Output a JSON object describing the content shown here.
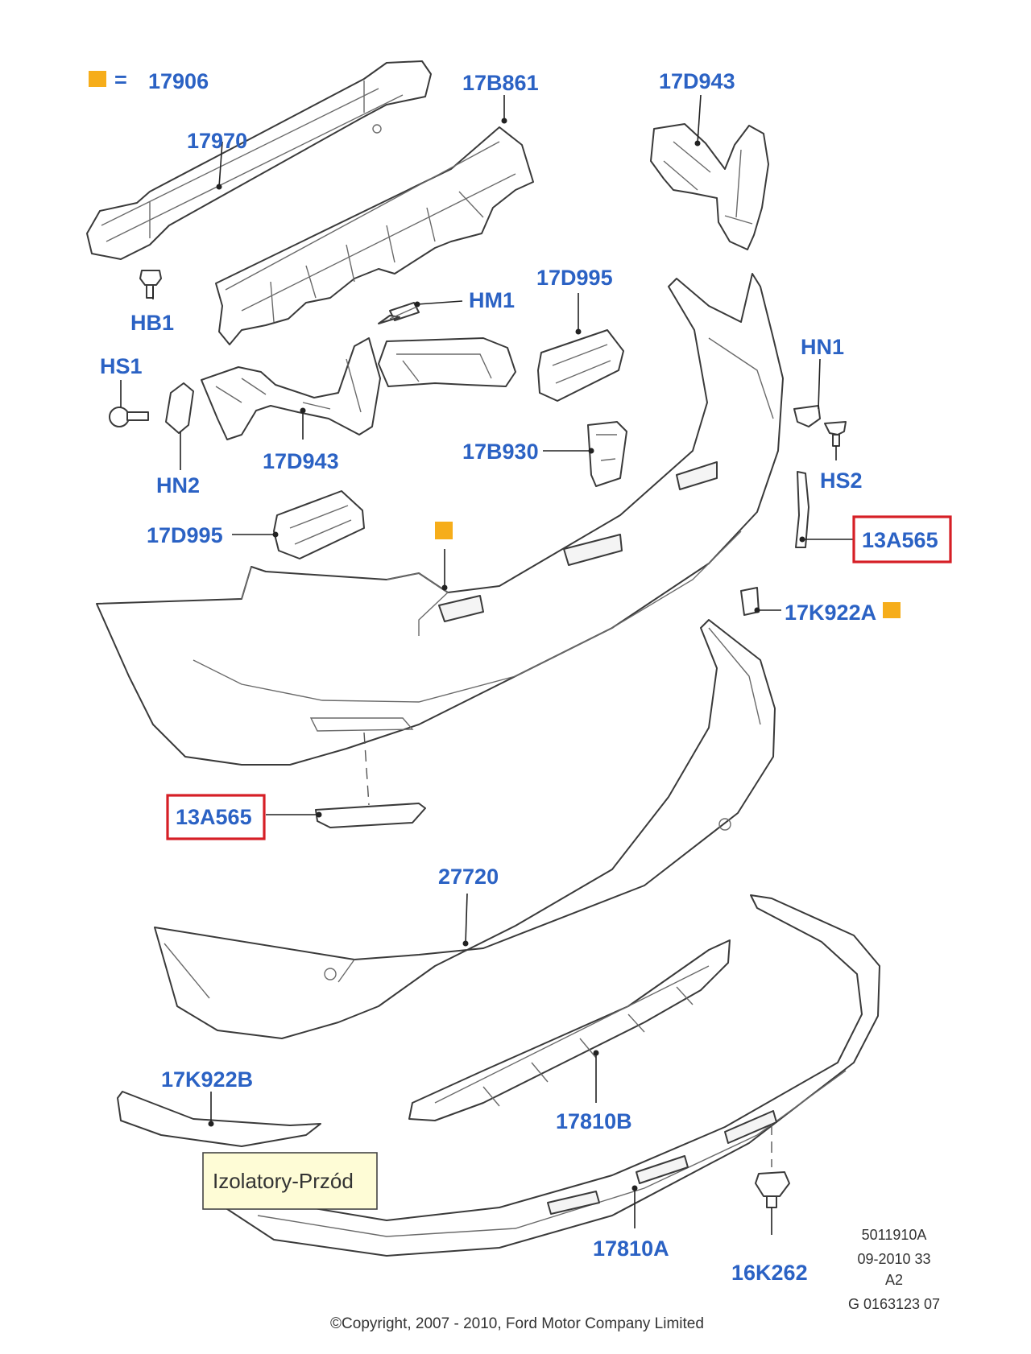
{
  "legend": {
    "symbol": "=",
    "code": "17906"
  },
  "callouts": {
    "c17970": "17970",
    "c17B861": "17B861",
    "c17D943_top": "17D943",
    "cHB1": "HB1",
    "cHM1": "HM1",
    "c17D995_top": "17D995",
    "cHN1": "HN1",
    "cHS1": "HS1",
    "cHN2": "HN2",
    "c17D943_mid": "17D943",
    "c17B930": "17B930",
    "cHS2": "HS2",
    "c17D995_left": "17D995",
    "c13A565_right": "13A565",
    "c17K922A": "17K922A",
    "c13A565_left": "13A565",
    "c27720": "27720",
    "c17K922B": "17K922B",
    "c17810B": "17810B",
    "c17810A": "17810A",
    "c16K262": "16K262"
  },
  "note": "Izolatory-Przód",
  "reference": [
    "5011910A",
    "09-2010 33",
    "A2",
    "G 0163123 07"
  ],
  "copyright": "©Copyright, 2007 - 2010, Ford Motor Company Limited",
  "colors": {
    "callout": "#2b62c4",
    "highlight": "#d61f26",
    "marker": "#f6ad1a",
    "note_bg": "#fefcd6"
  }
}
